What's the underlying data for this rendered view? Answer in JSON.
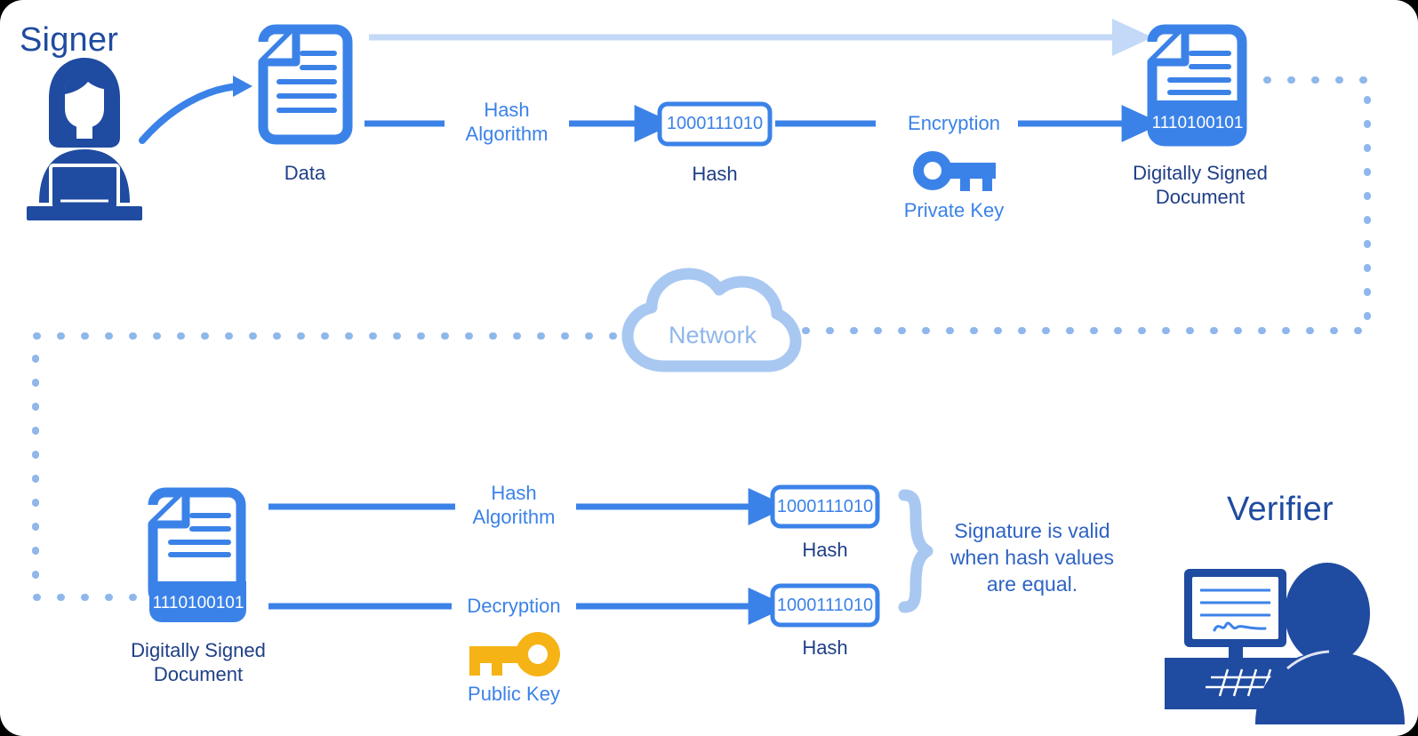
{
  "diagram": {
    "title_signer": "Signer",
    "title_verifier": "Verifier",
    "network_label": "Network",
    "colors": {
      "primary_blue": "#3B82E8",
      "dark_navy": "#1F4BA0",
      "label_navy": "#1F3F86",
      "light_blue": "#A8C8F2",
      "pale_blue": "#C3D9F7",
      "amber": "#F5B315",
      "background": "#FFFFFF"
    }
  },
  "signer_row": {
    "person_icon": "woman-at-laptop-icon",
    "data_doc": {
      "icon": "document-icon",
      "label": "Data"
    },
    "hash_algorithm_label": "Hash\nAlgorithm",
    "hash_box": {
      "value": "1000111010",
      "label": "Hash"
    },
    "encryption_label": "Encryption",
    "private_key": {
      "icon": "key-icon",
      "label": "Private Key",
      "color": "#3B82E8"
    },
    "signed_doc": {
      "icon": "signed-document-icon",
      "signature": "1110100101",
      "label": "Digitally Signed\nDocument"
    }
  },
  "verifier_row": {
    "signed_doc": {
      "icon": "signed-document-icon",
      "signature": "1110100101",
      "label": "Digitally Signed\nDocument"
    },
    "hash_algorithm_label": "Hash\nAlgorithm",
    "decryption_label": "Decryption",
    "public_key": {
      "icon": "key-icon",
      "label": "Public Key",
      "color": "#F5B315"
    },
    "hash_box_top": {
      "value": "1000111010",
      "label": "Hash"
    },
    "hash_box_bottom": {
      "value": "1000111010",
      "label": "Hash"
    },
    "validity_note": "Signature is valid\nwhen hash values\nare equal.",
    "person_icon": "person-at-monitor-icon"
  }
}
